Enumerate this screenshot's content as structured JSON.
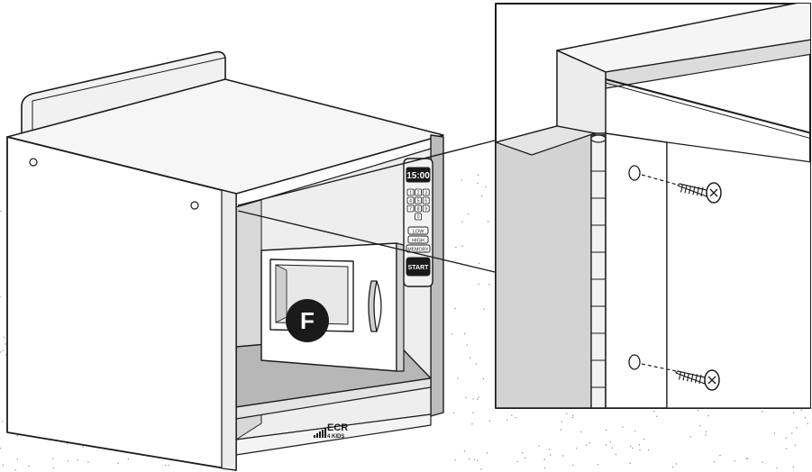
{
  "microwave": {
    "display_time": "15:00",
    "keypad_keys": [
      "1",
      "2",
      "3",
      "4",
      "5",
      "6",
      "7",
      "8",
      "9",
      "0"
    ],
    "power_low": "LOW",
    "power_high": "HIGH",
    "memory": "MEMORY",
    "start": "START"
  },
  "step_marker": "F",
  "brand": {
    "name": "ECR",
    "tagline": "4 KIDS"
  }
}
